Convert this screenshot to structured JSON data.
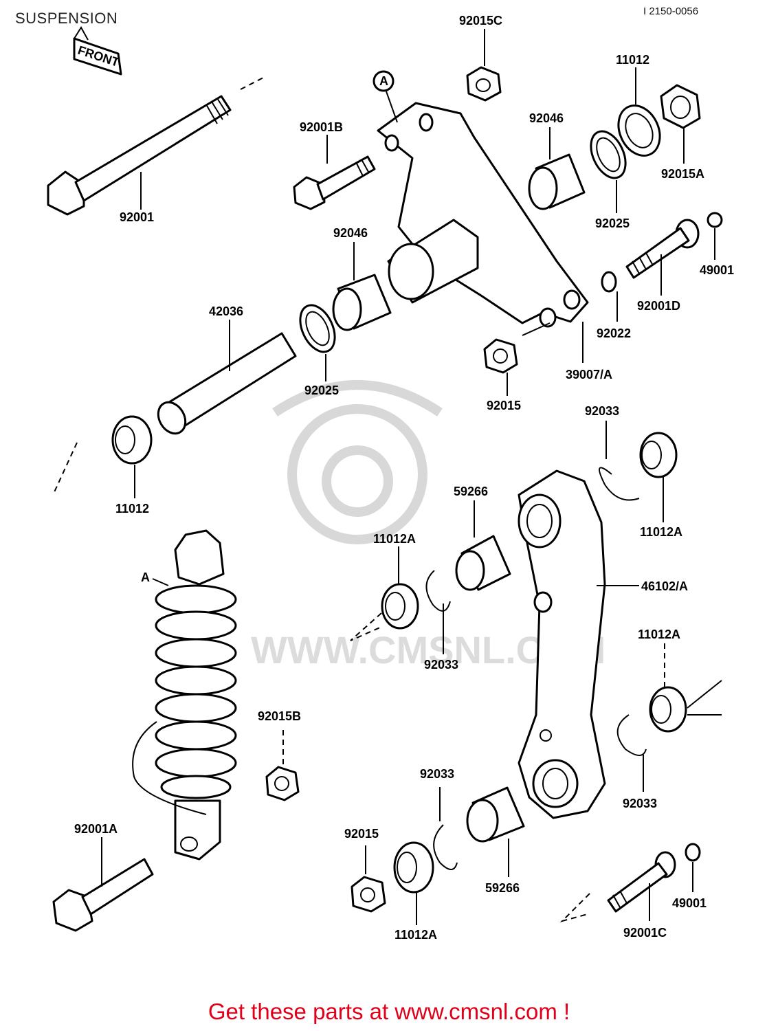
{
  "page": {
    "title": "SUSPENSION",
    "diagram_code": "I 2150-0056",
    "footer_link": "Get these parts at www.cmsnl.com !"
  },
  "diagram": {
    "direction_label": "FRONT",
    "watermark_text": "WWW.CMSNL.COM",
    "callouts": {
      "p92015C": "92015C",
      "p11012_top": "11012",
      "p92001B": "92001B",
      "p92046_top": "92046",
      "p92015A": "92015A",
      "p92001": "92001",
      "p92025_top": "92025",
      "p92046_mid": "92046",
      "p49001_top": "49001",
      "p42036": "42036",
      "p92001D": "92001D",
      "p92022": "92022",
      "p39007A": "39007/A",
      "p92025_mid": "92025",
      "p92015_mid": "92015",
      "p92033_topright": "92033",
      "p11012_left": "11012",
      "p59266_top": "59266",
      "p11012A_topright": "11012A",
      "p11012A_mid": "11012A",
      "p46102A": "46102/A",
      "p92033_mid": "92033",
      "p11012A_right": "11012A",
      "p92015B": "92015B",
      "p92033_right": "92033",
      "p92033_bottom": "92033",
      "p92001A": "92001A",
      "p92015_bottom": "92015",
      "p59266_bottom": "59266",
      "p49001_bottom": "49001",
      "p11012A_bottom": "11012A",
      "p92001C": "92001C",
      "ref_A_circle": "A",
      "ref_A_shock": "A"
    }
  }
}
